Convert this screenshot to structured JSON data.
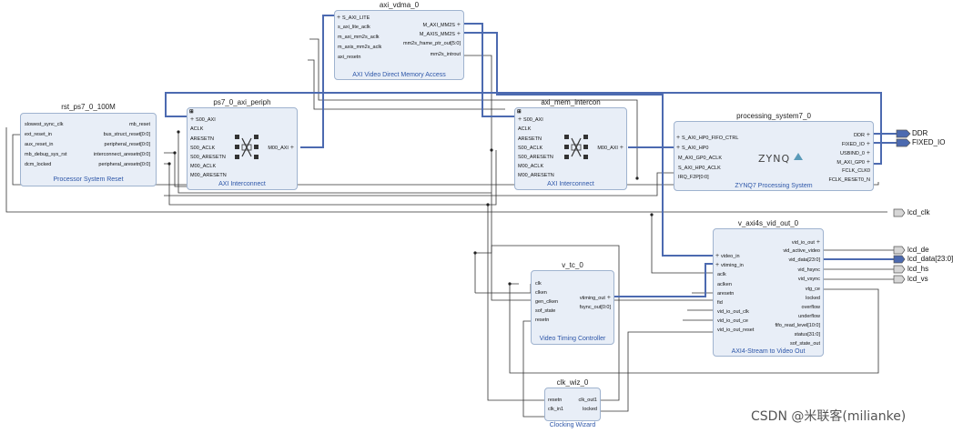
{
  "blocks": {
    "rst": {
      "name": "rst_ps7_0_100M",
      "subtitle": "Processor System Reset",
      "left_pins": [
        "slowest_sync_clk",
        "ext_reset_in",
        "aux_reset_in",
        "mb_debug_sys_rst",
        "dcm_locked"
      ],
      "right_pins": [
        "mb_reset",
        "bus_struct_reset[0:0]",
        "peripheral_reset[0:0]",
        "interconnect_aresetn[0:0]",
        "peripheral_aresetn[0:0]"
      ]
    },
    "ps7_axi_periph": {
      "name": "ps7_0_axi_periph",
      "subtitle": "AXI Interconnect",
      "left_pins": [
        "S00_AXI",
        "ACLK",
        "ARESETN",
        "S00_ACLK",
        "S00_ARESETN",
        "M00_ACLK",
        "M00_ARESETN"
      ],
      "right_pins": [
        "M00_AXI"
      ]
    },
    "vdma": {
      "name": "axi_vdma_0",
      "subtitle": "AXI Video Direct Memory Access",
      "left_pins": [
        "S_AXI_LITE",
        "s_axi_lite_aclk",
        "m_axi_mm2s_aclk",
        "m_axis_mm2s_aclk",
        "axi_resetn"
      ],
      "right_pins": [
        "M_AXI_MM2S",
        "M_AXIS_MM2S",
        "mm2s_frame_ptr_out[5:0]",
        "mm2s_introut"
      ]
    },
    "mem_intercon": {
      "name": "axi_mem_intercon",
      "subtitle": "AXI Interconnect",
      "left_pins": [
        "S00_AXI",
        "ACLK",
        "ARESETN",
        "S00_ACLK",
        "S00_ARESETN",
        "M00_ACLK",
        "M00_ARESETN"
      ],
      "right_pins": [
        "M00_AXI"
      ]
    },
    "ps": {
      "name": "processing_system7_0",
      "subtitle": "ZYNQ7 Processing System",
      "logo": "ZYNQ",
      "left_pins": [
        "S_AXI_HP0_FIFO_CTRL",
        "S_AXI_HP0",
        "M_AXI_GP0_ACLK",
        "S_AXI_HP0_ACLK",
        "IRQ_F2P[0:0]"
      ],
      "right_pins": [
        "DDR",
        "FIXED_IO",
        "USBIND_0",
        "M_AXI_GP0",
        "FCLK_CLK0",
        "FCLK_RESET0_N"
      ]
    },
    "vid_out": {
      "name": "v_axi4s_vid_out_0",
      "subtitle": "AXI4-Stream to Video Out",
      "left_pins": [
        "video_in",
        "vtiming_in",
        "aclk",
        "aclken",
        "aresetn",
        "fid",
        "vid_io_out_clk",
        "vid_io_out_ce",
        "vid_io_out_reset"
      ],
      "right_pins": [
        "vid_io_out",
        "vid_active_video",
        "vid_data[23:0]",
        "vid_hsync",
        "vid_vsync",
        "vtg_ce",
        "locked",
        "overflow",
        "underflow",
        "fifo_read_level[10:0]",
        "status[31:0]",
        "sof_state_out"
      ]
    },
    "vtc": {
      "name": "v_tc_0",
      "subtitle": "Video Timing Controller",
      "left_pins": [
        "clk",
        "clken",
        "gen_clken",
        "sof_state",
        "resetn"
      ],
      "right_pins": [
        "vtiming_out",
        "fsync_out[0:0]"
      ]
    },
    "clkwiz": {
      "name": "clk_wiz_0",
      "subtitle": "Clocking Wizard",
      "left_pins": [
        "resetn",
        "clk_in1"
      ],
      "right_pins": [
        "clk_out1",
        "locked"
      ]
    }
  },
  "external_ports": [
    "DDR",
    "FIXED_IO",
    "lcd_clk",
    "lcd_de",
    "lcd_data[23:0]",
    "lcd_hs",
    "lcd_vs"
  ],
  "watermark": "CSDN @米联客(milianke)",
  "colors": {
    "block_fill": "#e8eef7",
    "block_border": "#9fb3cf",
    "bus": "#4c6ab0",
    "net": "#333333",
    "subtitle": "#2d56a8"
  }
}
